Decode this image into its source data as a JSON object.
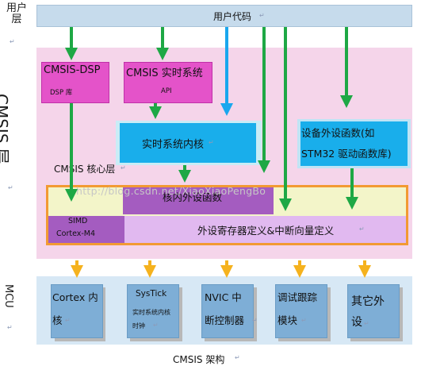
{
  "layers": {
    "user": "用户层",
    "cmsis_main": "CMSIS",
    "cmsis_suffix": "层",
    "mcu": "MCU"
  },
  "user_code": "用户代码",
  "dsp": {
    "title": "CMSIS-DSP",
    "sub": "DSP 库"
  },
  "rtos": {
    "title": "CMSIS 实时系统",
    "sub": "API"
  },
  "rtos_core": "实时系统内核",
  "device": {
    "line1": "设备外设函数(如",
    "line2": "STM32 驱动函数库)"
  },
  "core_layer_label": "CMSIS 核心层",
  "core_peripheral": "核内外设函数",
  "simd": {
    "line1": "SIMD",
    "line2": "Cortex-M4"
  },
  "register_defs": "外设寄存器定义&中断向量定义",
  "mcu_blocks": [
    {
      "line1": "Cortex 内",
      "line2": "核"
    },
    {
      "line1": "SysTick",
      "line2": "实时系统内核",
      "line3": "时钟"
    },
    {
      "line1": "NVIC 中",
      "line2": "断控制器"
    },
    {
      "line1": "调试跟踪",
      "line2": "模块"
    },
    {
      "line1": "其它外",
      "line2": "设"
    }
  ],
  "caption": "CMSIS 架构",
  "watermark": "http://blog.csdn.net/XiaoXiaoPengBo",
  "colors": {
    "user_bar": "#c6dbec",
    "cmsis_area": "#f5d5ea",
    "magenta_block": "#e453c9",
    "cyan_block": "#19aeeb",
    "purple_block": "#a45cc0",
    "lavender_block": "#e1b9f0",
    "orange_frame": "#f29a33",
    "mcu_block": "#7eaed6",
    "green_arrow": "#1ea845",
    "blue_arrow": "#1aa7ee",
    "orange_arrow": "#f5b21e"
  }
}
